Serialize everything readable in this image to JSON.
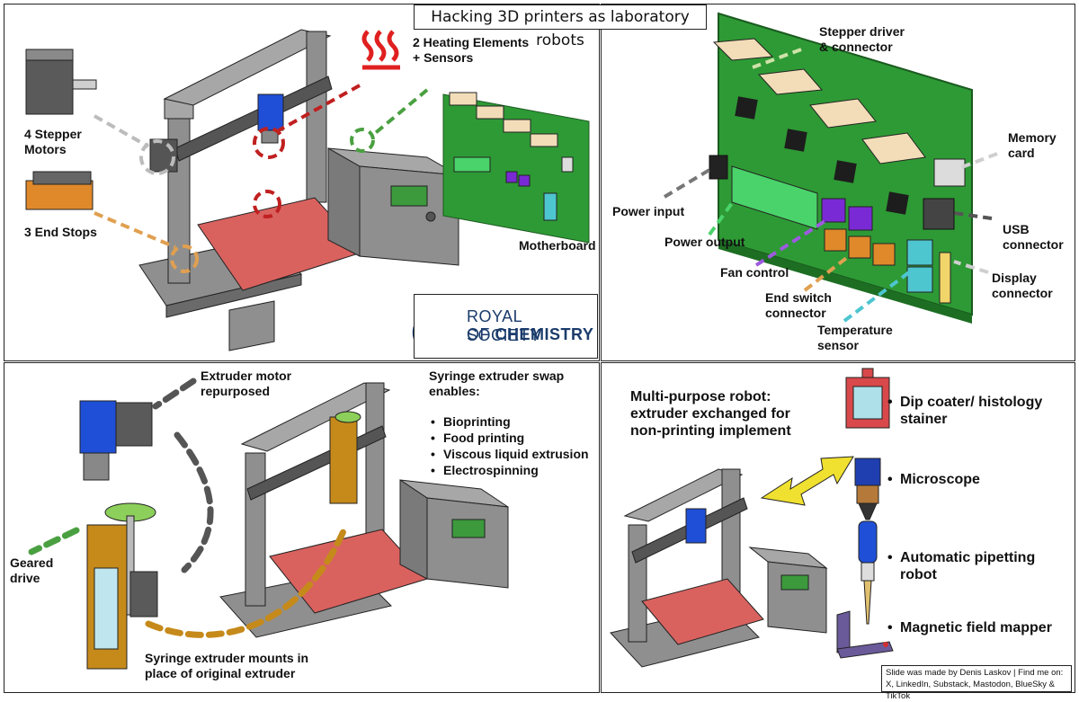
{
  "title": "Hacking 3D printers as laboratory robots",
  "panel_1": {
    "heating": "2 Heating Elements\n+ Sensors",
    "steppers": "4 Stepper\nMotors",
    "endstops": "3 End Stops",
    "motherboard": "Motherboard",
    "logo_line1": "ROYAL SOCIETY",
    "logo_line2_a": "OF ",
    "logo_line2_b": "CHEMISTRY"
  },
  "panel_2": {
    "stepper_driver": "Stepper driver\n& connector",
    "memory_card": "Memory\ncard",
    "power_input": "Power input",
    "power_output": "Power output",
    "usb": "USB\nconnector",
    "fan": "Fan control",
    "display": "Display\nconnector",
    "end_switch": "End switch\nconnector",
    "temperature": "Temperature\nsensor"
  },
  "panel_3": {
    "extruder_motor": "Extruder motor\nrepurposed",
    "swap_heading": "Syringe extruder swap\nenables:",
    "swap_items": [
      "Bioprinting",
      "Food printing",
      "Viscous liquid extrusion",
      "Electrospinning"
    ],
    "geared": "Geared\ndrive",
    "mounts": "Syringe extruder mounts in\nplace of original extruder"
  },
  "panel_4": {
    "multi": "Multi-purpose robot:\nextruder exchanged for\nnon-printing implement",
    "items": [
      "Dip coater/ histology\nstainer",
      "Microscope",
      "Automatic pipetting\nrobot",
      "Magnetic field mapper"
    ]
  },
  "credit": "Slide was made by Denis Laskov | Find me on:\nX, LinkedIn, Substack, Mastodon, BlueSky & TikTok",
  "colors": {
    "frame": "#8f8f8f",
    "bed": "#d9625f",
    "board": "#2e9a35",
    "motor_blue": "#1f4fd6",
    "endstop_orange": "#e0892a",
    "syringe_brass": "#c58a1a",
    "heat_red": "#e02020"
  }
}
